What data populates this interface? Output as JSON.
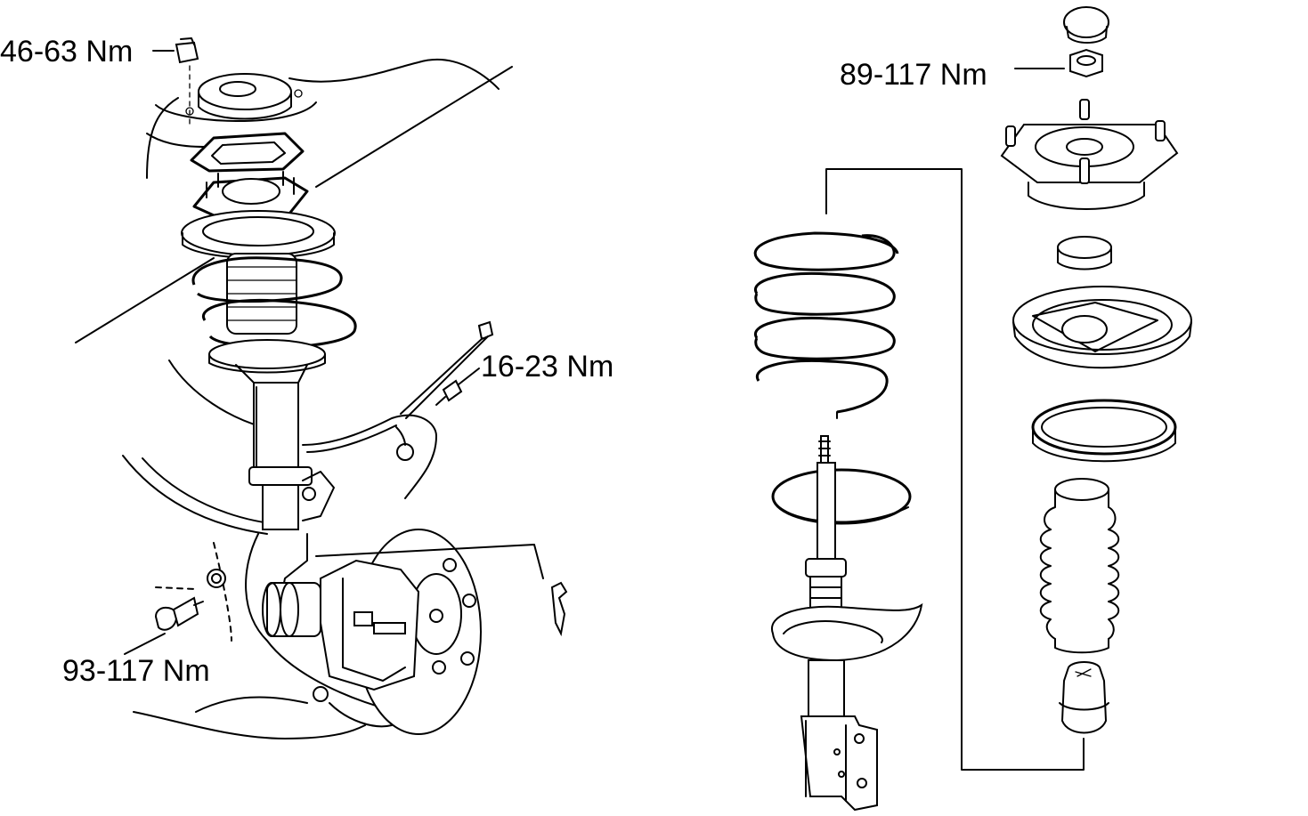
{
  "diagram": {
    "torque_labels": {
      "top_mount_nut": "46-63 Nm",
      "piston_rod_nut": "89-117 Nm",
      "brake_hose_bolt": "16-23 Nm",
      "knuckle_bolt": "93-117 Nm"
    }
  }
}
